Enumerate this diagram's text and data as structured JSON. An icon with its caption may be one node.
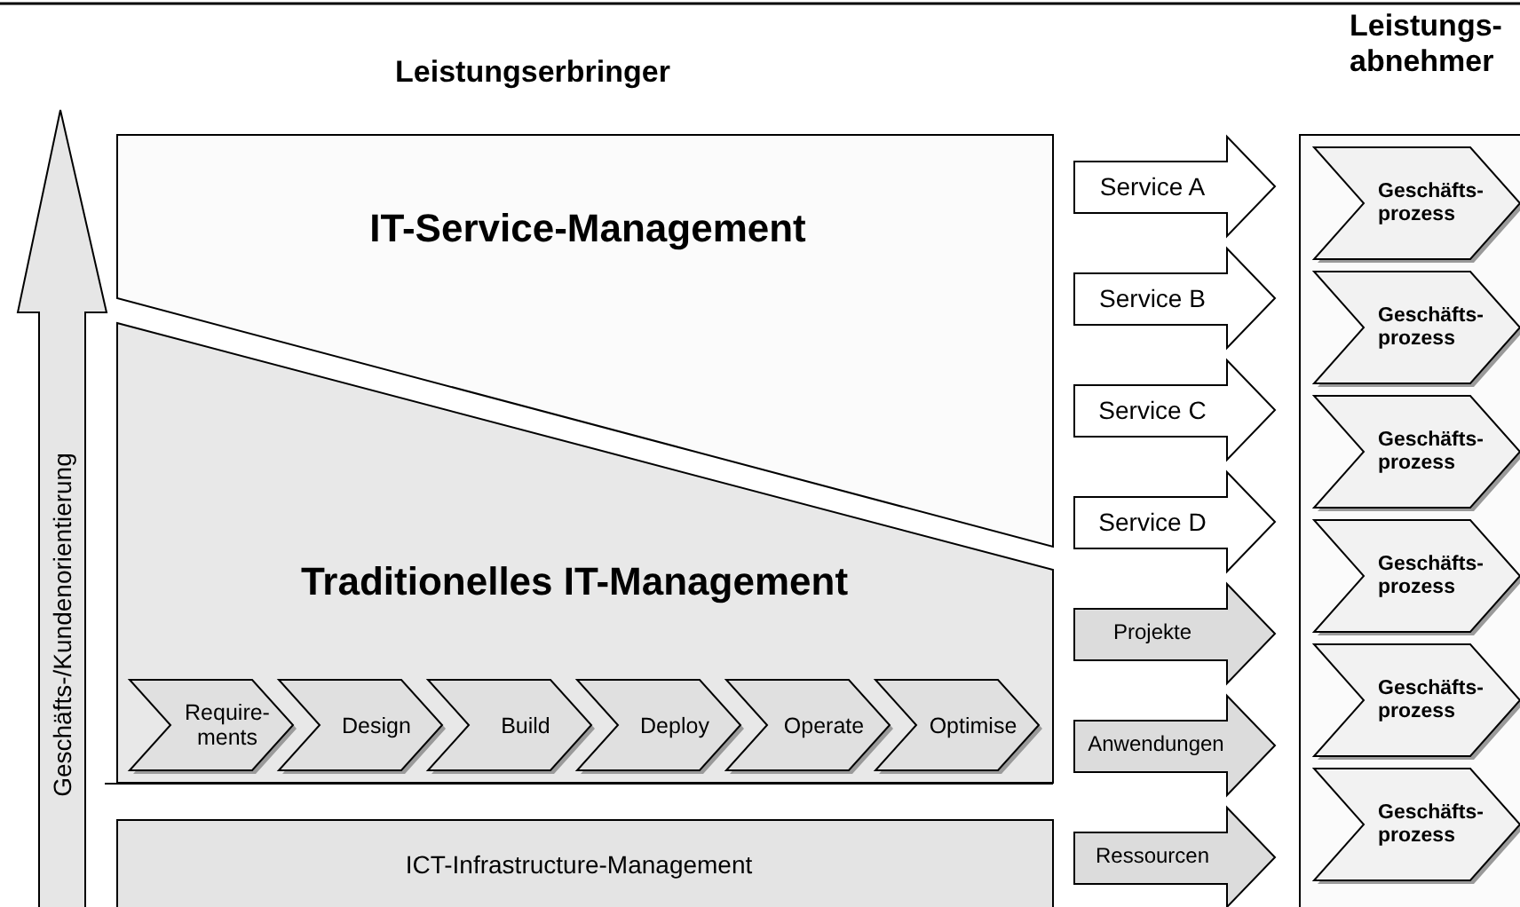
{
  "diagram": {
    "nodes": [
      {
        "text": [
          "IT-Service-Management"
        ]
      },
      {
        "text": [
          "Traditionelles IT-Management"
        ]
      },
      {
        "text": [
          "Require- ments"
        ],
        "in": 1
      },
      {
        "text": [
          "Design"
        ],
        "in": 1
      },
      {
        "text": [
          "Build"
        ],
        "in": 1
      },
      {
        "text": [
          "Deploy"
        ],
        "in": 1
      },
      {
        "text": [
          "Operate"
        ],
        "in": 1
      },
      {
        "text": [
          "Optimise"
        ],
        "in": 1
      },
      {
        "text": [
          "ICT-Infrastructure-Management"
        ]
      },
      {
        "text": [
          "Service A"
        ]
      },
      {
        "text": [
          "Service B"
        ]
      },
      {
        "text": [
          "Service C"
        ]
      },
      {
        "text": [
          "Service D"
        ]
      },
      {
        "text": [
          "Projekte"
        ]
      },
      {
        "text": [
          "Anwendungen"
        ]
      },
      {
        "text": [
          "Ressourcen"
        ]
      },
      {
        "text": [
          "Leistungs- abnehmer"
        ]
      },
      {
        "text": [
          "Geschäfts- prozess"
        ],
        "in": 16
      },
      {
        "text": [
          "Geschäfts- prozess"
        ],
        "in": 16
      },
      {
        "text": [
          "Geschäfts- prozess"
        ],
        "in": 16
      },
      {
        "text": [
          "Geschäfts- prozess"
        ],
        "in": 16
      },
      {
        "text": [
          "Geschäfts- prozess"
        ],
        "in": 16
      },
      {
        "text": [
          "Geschäfts- prozess"
        ],
        "in": 16
      },
      {
        "text": [
          "Geschäfts-/Kundenorientierung"
        ]
      }
    ],
    "labels": [
      "Leistungserbringer"
    ]
  }
}
